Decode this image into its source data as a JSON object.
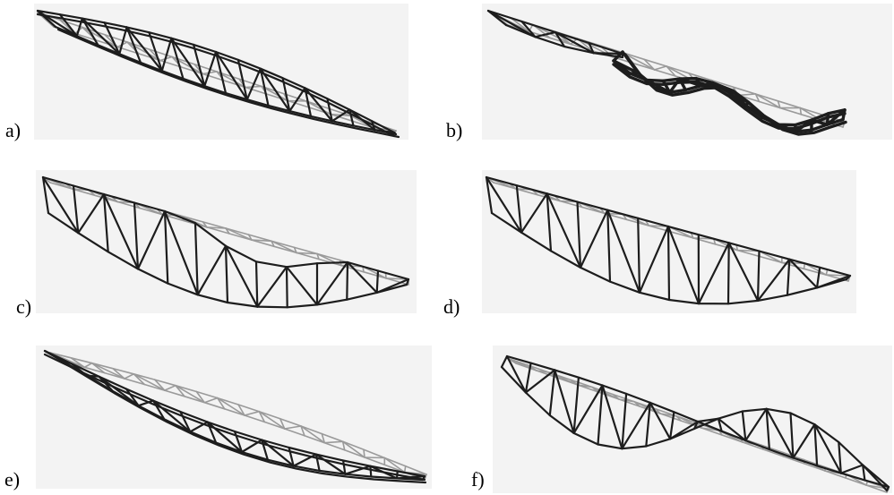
{
  "panels": [
    {
      "id": "a",
      "label": "a)"
    },
    {
      "id": "b",
      "label": "b)"
    },
    {
      "id": "c",
      "label": "c)"
    },
    {
      "id": "d",
      "label": "d)"
    },
    {
      "id": "e",
      "label": "e)"
    },
    {
      "id": "f",
      "label": "f)"
    }
  ],
  "colors": {
    "undeformed_truss": "#9a9a9a",
    "deformed_truss": "#1d1d1d",
    "panel_background": "#f3f3f3"
  }
}
